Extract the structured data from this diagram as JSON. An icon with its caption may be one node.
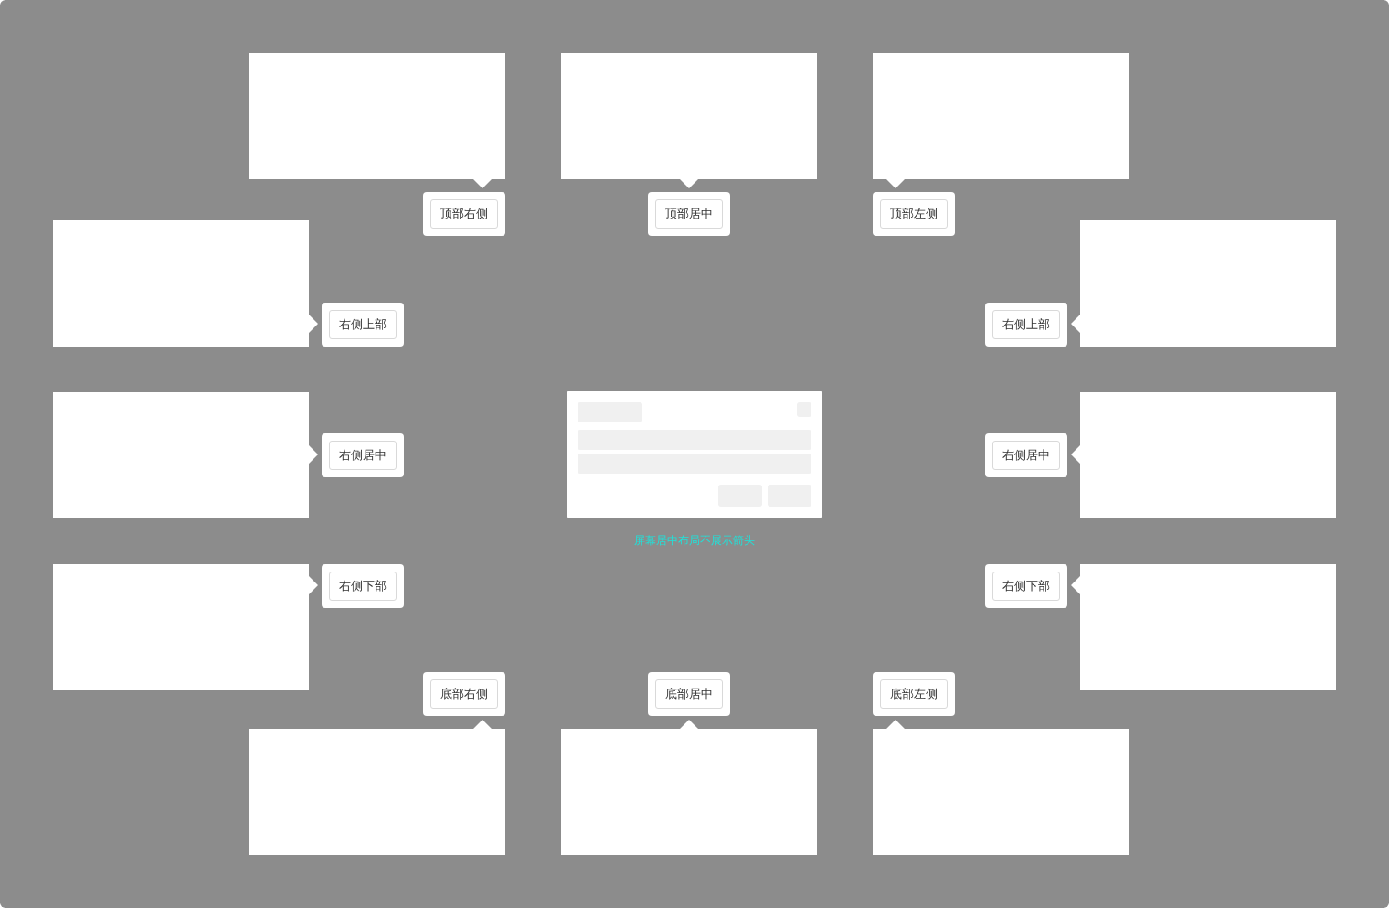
{
  "diagram": {
    "nodes": [
      {
        "text": [],
        "shape": "box"
      },
      {
        "text": [],
        "shape": "box"
      },
      {
        "text": [],
        "shape": "box"
      },
      {
        "text": [
          "顶部右侧"
        ]
      },
      {
        "text": [
          "顶部居中"
        ]
      },
      {
        "text": [
          "顶部左侧"
        ]
      },
      {
        "text": [],
        "shape": "box"
      },
      {
        "text": [
          "右侧上部"
        ]
      },
      {
        "text": [
          "右侧上部"
        ]
      },
      {
        "text": [],
        "shape": "box"
      },
      {
        "text": [],
        "shape": "box"
      },
      {
        "text": [
          "右侧居中"
        ]
      },
      {
        "text": [],
        "shape": "box"
      },
      {
        "text": [
          "右侧居中"
        ]
      },
      {
        "text": [],
        "shape": "box"
      },
      {
        "text": [],
        "shape": "box"
      },
      {
        "text": [
          "右侧下部"
        ]
      },
      {
        "text": [
          "右侧下部"
        ]
      },
      {
        "text": [],
        "shape": "box"
      },
      {
        "text": [
          "底部右侧"
        ]
      },
      {
        "text": [
          "底部居中"
        ]
      },
      {
        "text": [
          "底部左侧"
        ]
      },
      {
        "text": [],
        "shape": "box"
      },
      {
        "text": [],
        "shape": "box"
      },
      {
        "text": [],
        "shape": "box"
      }
    ],
    "edges": [],
    "labels": [
      "屏幕居中布局不展示箭头"
    ]
  }
}
